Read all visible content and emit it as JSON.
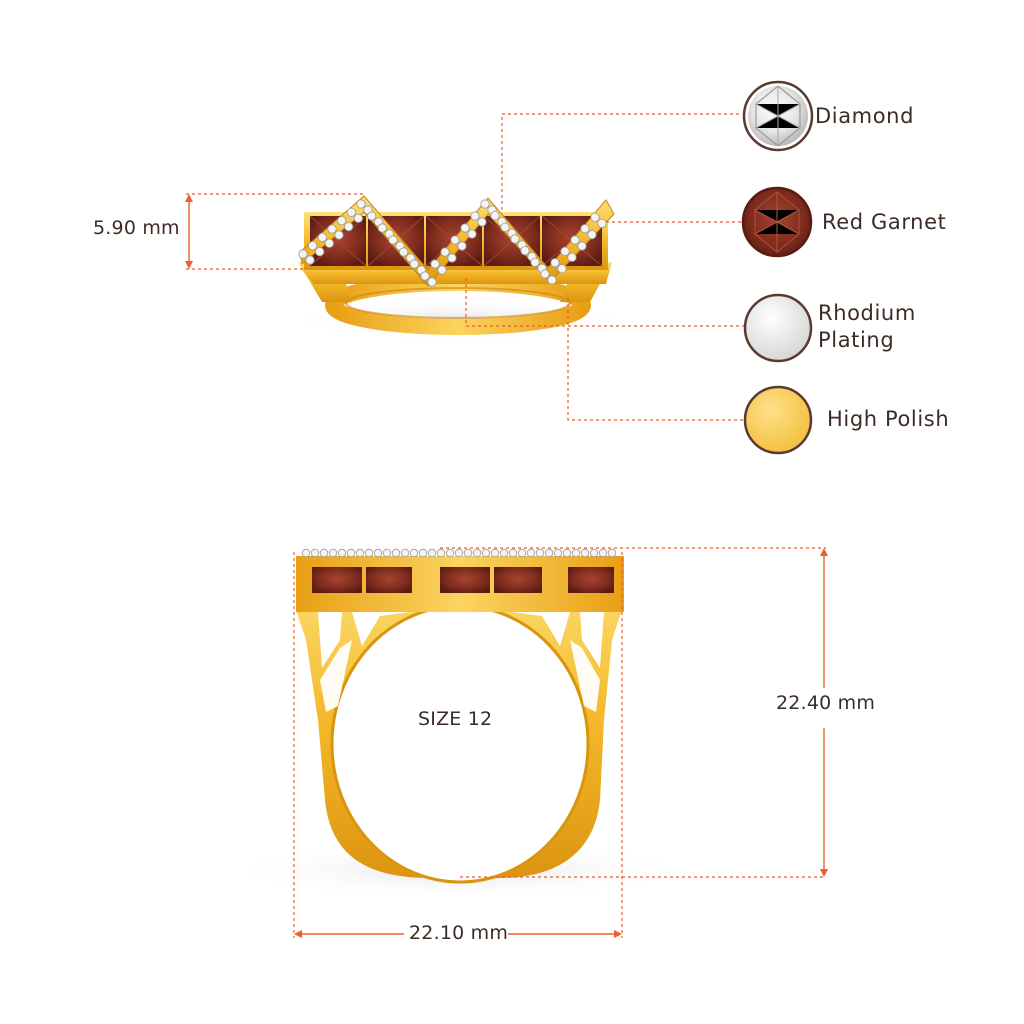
{
  "dimensions": {
    "height_top": "5.90 mm",
    "height_front": "22.40 mm",
    "width_front": "22.10 mm",
    "size": "SIZE 12"
  },
  "legend": [
    {
      "label": "Diamond",
      "swatch_color": "#e8e8e8",
      "icon": "diamond-gem-icon"
    },
    {
      "label": "Red Garnet",
      "swatch_color": "#7a2a1c",
      "icon": "red-garnet-gem-icon"
    },
    {
      "label": "Rhodium Plating",
      "line1": "Rhodium",
      "line2": "Plating",
      "swatch_color": "#e3e3e3",
      "icon": "rhodium-swatch-icon"
    },
    {
      "label": "High Polish",
      "swatch_color": "#f7c94b",
      "icon": "gold-swatch-icon"
    }
  ],
  "colors": {
    "leader_line": "#e8602c",
    "gold": "#f2b52a",
    "gold_dark": "#d9950f",
    "garnet": "#7a2a1c",
    "text": "#3d2b26"
  }
}
